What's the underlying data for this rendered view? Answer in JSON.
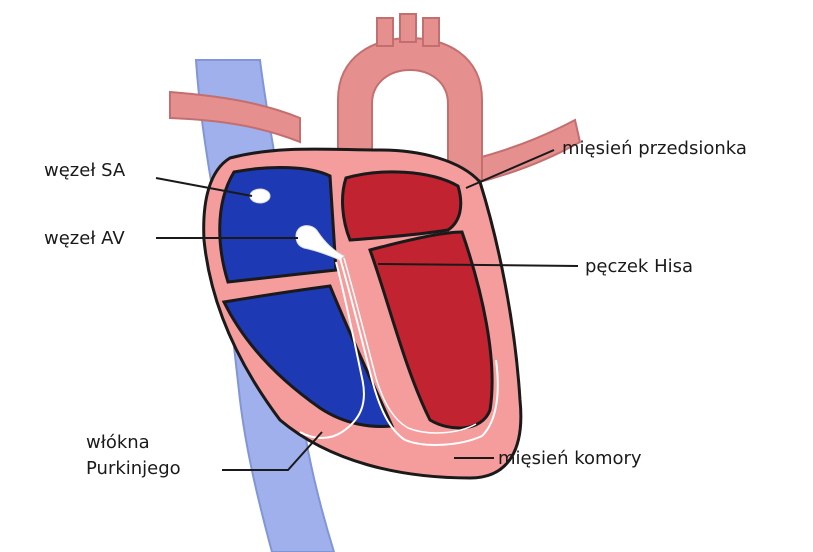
{
  "labels": {
    "sa_node": "węzeł SA",
    "av_node": "węzeł AV",
    "atrial_muscle": "mięsień przedsionka",
    "bundle_of_his": "pęczek Hisa",
    "purkinje_line1": "włókna",
    "purkinje_line2": "Purkinjego",
    "ventricular_muscle": "mięsień komory"
  },
  "colors": {
    "vein": "#9fb0ec",
    "artery": "#e58f8f",
    "muscle": "#f59c9c",
    "right_chamber": "#1d39b4",
    "left_chamber": "#c22330",
    "outline": "#1a1a1a",
    "conduction": "#ffffff"
  }
}
